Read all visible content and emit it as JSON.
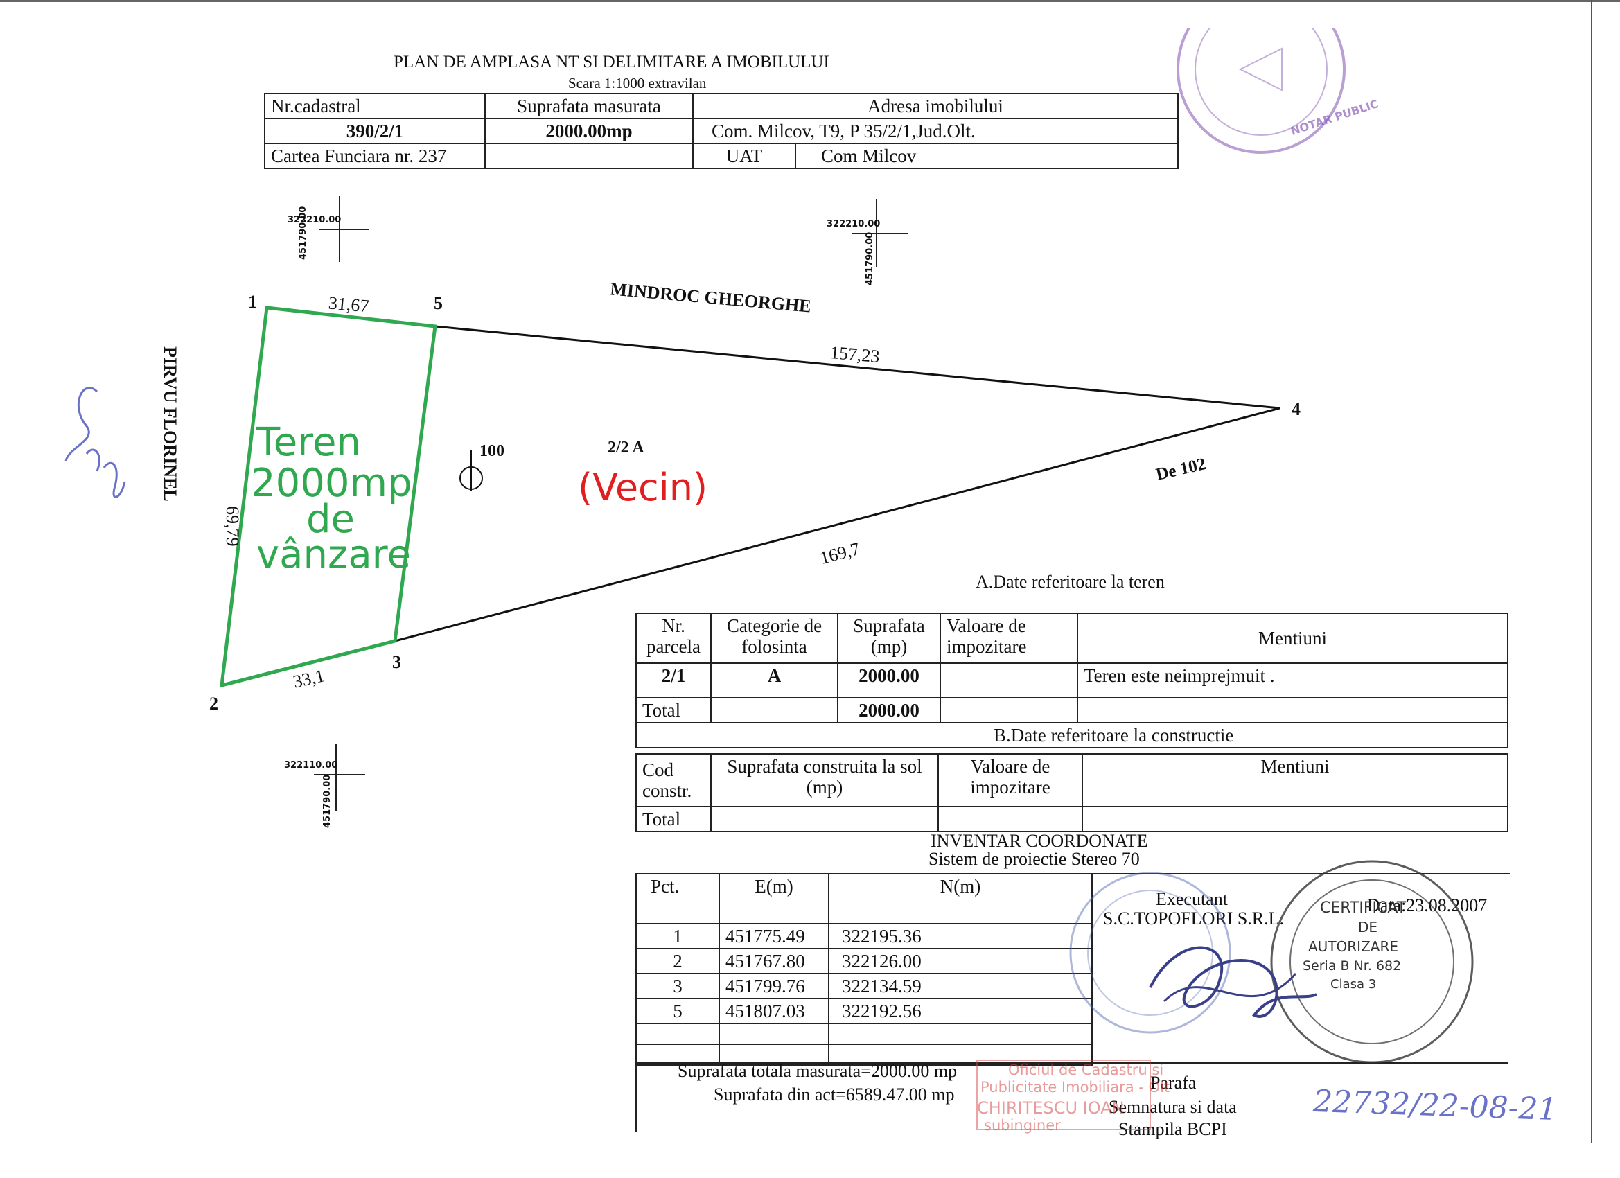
{
  "document": {
    "title": "PLAN DE AMPLASA   NT SI DELIMITARE A IMOBILULUI",
    "scale": "Scara 1:1000 extravilan"
  },
  "header_table": {
    "nr_cadastral_label": "Nr.cadastral",
    "nr_cadastral_value": "390/2/1",
    "suprafata_label": "Suprafata masurata",
    "suprafata_value": "2000.00mp",
    "adresa_label": "Adresa imobilului",
    "adresa_value": "Com. Milcov, T9, P 35/2/1,Jud.Olt.",
    "carte_funciara": "Cartea Funciara nr. 237",
    "uat_label": "UAT",
    "uat_value": "Com Milcov"
  },
  "grid_marks": {
    "tl_n": "322210.00",
    "tl_e": "451790.00",
    "tr_n": "322210.00",
    "tr_e": "451790.00",
    "bl_n": "322110.00",
    "bl_e": "451790.00"
  },
  "plan": {
    "neighbor_north": "MINDROC GHEORGHE",
    "neighbor_west": "PIRVU FLORINEL",
    "road": "De 102",
    "parcel_label": "2/2 A",
    "point_label": "100",
    "vertices": [
      "1",
      "2",
      "3",
      "4",
      "5"
    ],
    "dims": {
      "d15": "31,67",
      "d12": "69,79",
      "d23": "33,1",
      "d54": "157,23",
      "d34": "169,7"
    },
    "annotation_green": [
      "Teren",
      "2000mp",
      "de",
      "vânzare"
    ],
    "annotation_red": "(Vecin)"
  },
  "section_a": {
    "title": "A.Date referitoare la  teren",
    "headers": [
      "Nr. parcela",
      "Categorie de folosinta",
      "Suprafata (mp)",
      "Valoare de impozitare",
      "Mentiuni"
    ],
    "row": [
      "2/1",
      "A",
      "2000.00",
      "",
      "Teren este neimprejmuit ."
    ],
    "total_label": "Total",
    "total_value": "2000.00"
  },
  "section_b": {
    "title": "B.Date referitoare la constructie",
    "headers": [
      "Cod constr.",
      "Suprafata construita la sol (mp)",
      "Valoare de impozitare",
      "Mentiuni"
    ],
    "total_label": "Total"
  },
  "inventory": {
    "title": "INVENTAR COORDONATE",
    "subtitle": "Sistem de proiectie Stereo 70",
    "headers": [
      "Pct.",
      "E(m)",
      "N(m)"
    ],
    "rows": [
      [
        "1",
        "451775.49",
        "322195.36"
      ],
      [
        "2",
        "451767.80",
        "322126.00"
      ],
      [
        "3",
        "451799.76",
        "322134.59"
      ],
      [
        "5",
        "451807.03",
        "322192.56"
      ]
    ],
    "executant_label": "Executant",
    "executant_name": "S.C.TOPOFLORI S.R.L.",
    "date": "Data:23.08.2007",
    "total_area": "Suprafata totala masurata=2000.00 mp",
    "act_area": "Suprafata din act=6589.47.00 mp",
    "parafa": [
      "Parafa",
      "Semnatura si data",
      "Stampila BCPI"
    ]
  },
  "stamps": {
    "notary": "NOTAR PUBLIC",
    "cert": [
      "CERTIFICAT",
      "DE",
      "AUTORIZARE",
      "Seria B Nr. 682",
      "Clasa 3"
    ],
    "red_stamp": [
      "Oficiul de Cadastru si",
      "Publicitate Imobiliara - Olt",
      "CHIRITESCU IOAN",
      "subinginer"
    ],
    "handwritten_number": "22732/22-08-21"
  },
  "colors": {
    "green": "#2fa84f",
    "red": "#e02020",
    "stamp_blue": "#4a5fb0",
    "stamp_purple": "#8a5fb8",
    "stamp_red": "#d84848"
  }
}
